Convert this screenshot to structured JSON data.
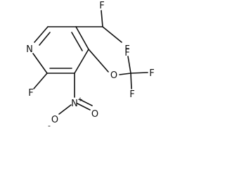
{
  "atoms": {
    "ring_nitrogen": "N",
    "fluorine_ring": "F",
    "fluorine_chf2_upper": "F",
    "fluorine_chf2_right": "F",
    "ether_oxygen": "O",
    "fluorine_cf3_top": "F",
    "fluorine_cf3_right": "F",
    "fluorine_cf3_bottom": "F",
    "nitro_nitrogen": "N",
    "nitro_oxygen_double": "O",
    "nitro_oxygen_single": "O",
    "charge_plus": "+",
    "charge_minus": "-"
  },
  "colors": {
    "ink": "#111111",
    "background": "#ffffff"
  }
}
